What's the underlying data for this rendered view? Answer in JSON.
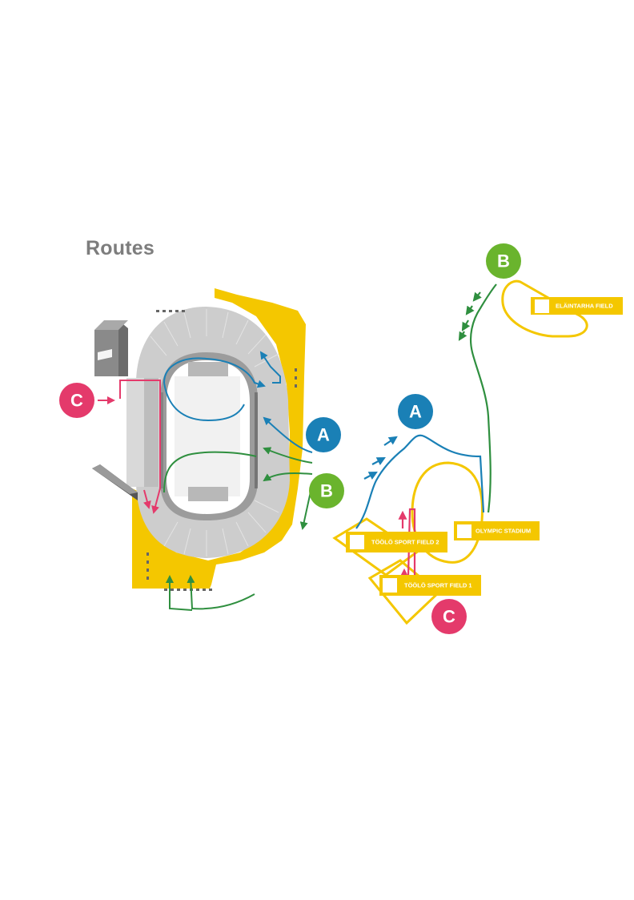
{
  "title": "Routes",
  "colors": {
    "route_a": "#1a80b6",
    "route_b": "#2f8f3f",
    "route_b_badge": "#6ab42d",
    "route_c": "#e43a6b",
    "yellow": "#f4c700",
    "stand_grey": "#c9c9c9",
    "dark_grey": "#8a8a8a",
    "field_white": "#f2f2f2"
  },
  "routes": {
    "a": {
      "label": "A"
    },
    "b": {
      "label": "B"
    },
    "c": {
      "label": "C"
    }
  },
  "venues": {
    "elaintarha": "ELÄINTARHA FIELD",
    "olympic": "OLYMPIC STADIUM",
    "toolo2": "TÖÖLÖ SPORT FIELD 2",
    "toolo1": "TÖÖLÖ SPORT FIELD 1"
  }
}
